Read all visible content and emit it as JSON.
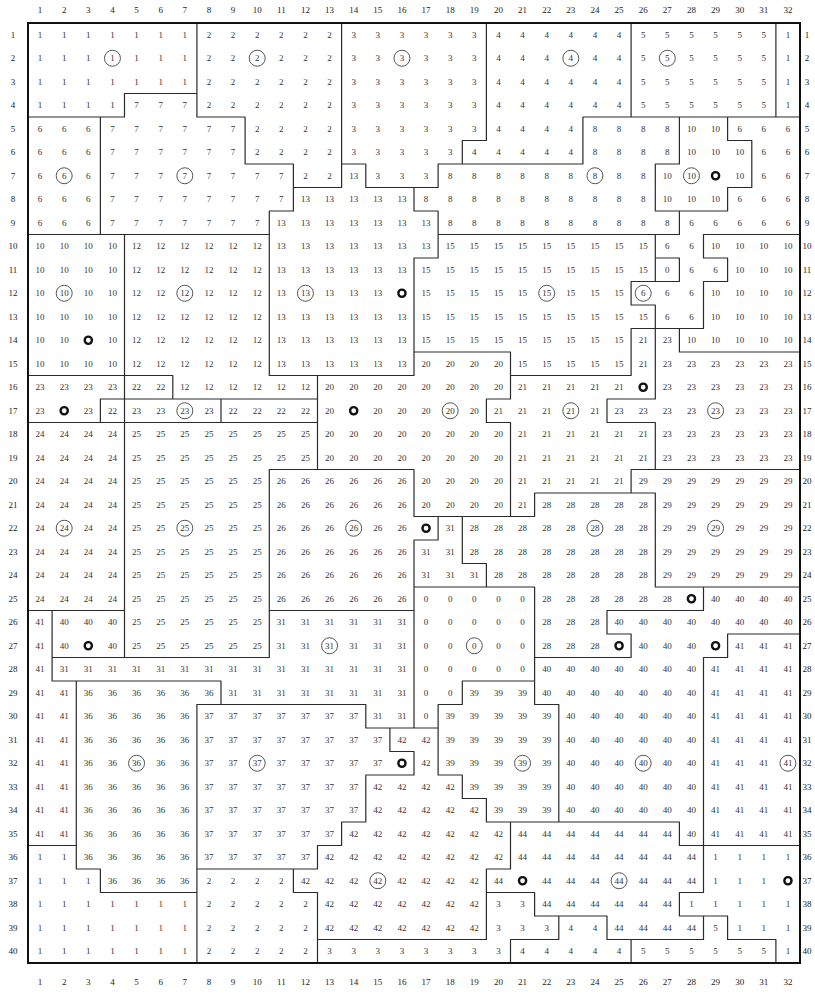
{
  "diagram": {
    "labels": [
      "1",
      "2",
      "3",
      "4",
      "5",
      "6",
      "7",
      "8",
      "9",
      "10",
      "11",
      "12",
      "13",
      "14",
      "15",
      "16",
      "17",
      "18",
      "19",
      "20",
      "21",
      "22",
      "23",
      "24",
      "25",
      "26",
      "27",
      "28",
      "29",
      "30",
      "31",
      "32",
      "1",
      "2",
      "3",
      "4",
      "5",
      "6",
      "7",
      "8",
      "9",
      "10",
      "11",
      "12",
      "13",
      "14",
      "15",
      "16",
      "17",
      "18",
      "19",
      "20",
      "21",
      "22",
      "23",
      "24",
      "25",
      "26",
      "27",
      "28",
      "29",
      "30",
      "31",
      "32",
      "1",
      "1",
      "1",
      "1",
      "1",
      "1",
      "1",
      "1",
      "2",
      "2",
      "2",
      "2",
      "2",
      "2",
      "3",
      "3",
      "3",
      "3",
      "3",
      "3",
      "4",
      "4",
      "4",
      "4",
      "4",
      "4",
      "5",
      "5",
      "5",
      "5",
      "5",
      "5",
      "1",
      "1",
      "2",
      "1",
      "1",
      "1",
      "1",
      "1",
      "1",
      "1",
      "2",
      "2",
      "2",
      "2",
      "2",
      "2",
      "3",
      "3",
      "3",
      "3",
      "3",
      "3",
      "4",
      "4",
      "4",
      "4",
      "4",
      "4",
      "5",
      "5",
      "5",
      "5",
      "5",
      "5",
      "1",
      "2",
      "3",
      "1",
      "1",
      "1",
      "1",
      "1",
      "1",
      "1",
      "2",
      "2",
      "2",
      "2",
      "2",
      "2",
      "3",
      "3",
      "3",
      "3",
      "3",
      "3",
      "4",
      "4",
      "4",
      "4",
      "4",
      "4",
      "5",
      "5",
      "5",
      "5",
      "5",
      "5",
      "1",
      "3",
      "4",
      "1",
      "1",
      "1",
      "1",
      "7",
      "7",
      "7",
      "2",
      "2",
      "2",
      "2",
      "2",
      "2",
      "3",
      "3",
      "3",
      "3",
      "3",
      "3",
      "4",
      "4",
      "4",
      "4",
      "4",
      "4",
      "5",
      "5",
      "5",
      "5",
      "5",
      "5",
      "1",
      "4",
      "5",
      "6",
      "6",
      "6",
      "7",
      "7",
      "7",
      "7",
      "7",
      "7",
      "2",
      "2",
      "2",
      "2",
      "3",
      "3",
      "3",
      "3",
      "3",
      "3",
      "4",
      "4",
      "4",
      "4",
      "8",
      "8",
      "8",
      "8",
      "10",
      "10",
      "6",
      "6",
      "6",
      "5",
      "6",
      "6",
      "6",
      "6",
      "7",
      "7",
      "7",
      "7",
      "7",
      "7",
      "2",
      "2",
      "2",
      "2",
      "3",
      "3",
      "3",
      "3",
      "3",
      "4",
      "4",
      "4",
      "4",
      "4",
      "8",
      "8",
      "8",
      "8",
      "10",
      "10",
      "10",
      "6",
      "6",
      "6",
      "7",
      "6",
      "6",
      "6",
      "7",
      "7",
      "7",
      "7",
      "7",
      "7",
      "7",
      "7",
      "2",
      "2",
      "13",
      "3",
      "3",
      "3",
      "8",
      "8",
      "8",
      "8",
      "8",
      "8",
      "8",
      "8",
      "8",
      "10",
      "10",
      "10",
      "6",
      "6",
      "7",
      "8",
      "6",
      "6",
      "6",
      "7",
      "7",
      "7",
      "7",
      "7",
      "7",
      "7",
      "7",
      "13",
      "13",
      "13",
      "13",
      "13",
      "8",
      "8",
      "8",
      "8",
      "8",
      "8",
      "8",
      "8",
      "8",
      "8",
      "10",
      "10",
      "10",
      "6",
      "6",
      "6",
      "8",
      "9",
      "6",
      "6",
      "6",
      "7",
      "7",
      "7",
      "7",
      "7",
      "7",
      "7",
      "13",
      "13",
      "13",
      "13",
      "13",
      "13",
      "13",
      "8",
      "8",
      "8",
      "8",
      "8",
      "8",
      "8",
      "8",
      "8",
      "8",
      "6",
      "6",
      "6",
      "6",
      "6",
      "9",
      "10",
      "10",
      "10",
      "10",
      "10",
      "12",
      "12",
      "12",
      "12",
      "12",
      "12",
      "13",
      "13",
      "13",
      "13",
      "13",
      "13",
      "13",
      "15",
      "15",
      "15",
      "15",
      "15",
      "15",
      "15",
      "15",
      "15",
      "6",
      "6",
      "10",
      "10",
      "10",
      "10",
      "10",
      "11",
      "10",
      "10",
      "10",
      "10",
      "12",
      "12",
      "12",
      "12",
      "12",
      "12",
      "13",
      "13",
      "13",
      "13",
      "13",
      "13",
      "15",
      "15",
      "15",
      "15",
      "15",
      "15",
      "15",
      "15",
      "15",
      "15",
      "0",
      "6",
      "6",
      "10",
      "10",
      "10",
      "11",
      "12",
      "10",
      "10",
      "10",
      "10",
      "12",
      "12",
      "12",
      "12",
      "12",
      "12",
      "13",
      "13",
      "13",
      "13",
      "13",
      "15",
      "15",
      "15",
      "15",
      "15",
      "15",
      "15",
      "15",
      "15",
      "6",
      "6",
      "6",
      "10",
      "10",
      "10",
      "10",
      "12",
      "13",
      "10",
      "10",
      "10",
      "10",
      "12",
      "12",
      "12",
      "12",
      "12",
      "12",
      "13",
      "13",
      "13",
      "13",
      "13",
      "13",
      "15",
      "15",
      "15",
      "15",
      "15",
      "15",
      "15",
      "15",
      "15",
      "15",
      "6",
      "6",
      "10",
      "10",
      "10",
      "10",
      "13",
      "14",
      "10",
      "10",
      "10",
      "12",
      "12",
      "12",
      "12",
      "12",
      "12",
      "13",
      "13",
      "13",
      "13",
      "13",
      "13",
      "15",
      "15",
      "15",
      "15",
      "15",
      "15",
      "15",
      "15",
      "15",
      "21",
      "23",
      "10",
      "10",
      "10",
      "10",
      "10",
      "14",
      "15",
      "10",
      "10",
      "10",
      "10",
      "12",
      "12",
      "12",
      "12",
      "12",
      "12",
      "13",
      "13",
      "13",
      "13",
      "13",
      "13",
      "20",
      "20",
      "20",
      "20",
      "15",
      "15",
      "15",
      "15",
      "15",
      "21",
      "23",
      "23",
      "23",
      "23",
      "23",
      "23",
      "15",
      "16",
      "23",
      "23",
      "23",
      "23",
      "22",
      "22",
      "12",
      "12",
      "12",
      "12",
      "12",
      "12",
      "20",
      "20",
      "20",
      "20",
      "20",
      "20",
      "20",
      "20",
      "21",
      "21",
      "21",
      "21",
      "21",
      "23",
      "23",
      "23",
      "23",
      "23",
      "23",
      "16",
      "17",
      "23",
      "23",
      "22",
      "23",
      "23",
      "23",
      "23",
      "22",
      "22",
      "22",
      "22",
      "20",
      "20",
      "20",
      "20",
      "20",
      "20",
      "21",
      "21",
      "21",
      "21",
      "21",
      "23",
      "23",
      "23",
      "23",
      "23",
      "23",
      "23",
      "23",
      "17",
      "18",
      "24",
      "24",
      "24",
      "24",
      "25",
      "25",
      "25",
      "25",
      "25",
      "25",
      "25",
      "25",
      "20",
      "20",
      "20",
      "20",
      "20",
      "20",
      "20",
      "20",
      "21",
      "21",
      "21",
      "21",
      "21",
      "21",
      "23",
      "23",
      "23",
      "23",
      "23",
      "23",
      "18",
      "19",
      "24",
      "24",
      "24",
      "24",
      "25",
      "25",
      "25",
      "25",
      "25",
      "25",
      "25",
      "25",
      "20",
      "20",
      "20",
      "20",
      "20",
      "20",
      "20",
      "20",
      "21",
      "21",
      "21",
      "21",
      "21",
      "21",
      "23",
      "23",
      "23",
      "23",
      "23",
      "23",
      "19",
      "20",
      "24",
      "24",
      "24",
      "24",
      "25",
      "25",
      "25",
      "25",
      "25",
      "25",
      "26",
      "26",
      "26",
      "26",
      "26",
      "26",
      "20",
      "20",
      "20",
      "20",
      "21",
      "21",
      "21",
      "21",
      "21",
      "29",
      "29",
      "29",
      "29",
      "29",
      "29",
      "29",
      "20",
      "21",
      "24",
      "24",
      "24",
      "24",
      "25",
      "25",
      "25",
      "25",
      "25",
      "25",
      "26",
      "26",
      "26",
      "26",
      "26",
      "26",
      "20",
      "20",
      "20",
      "20",
      "21",
      "28",
      "28",
      "28",
      "28",
      "28",
      "29",
      "29",
      "29",
      "29",
      "29",
      "29",
      "21",
      "22",
      "24",
      "24",
      "24",
      "24",
      "25",
      "25",
      "25",
      "25",
      "25",
      "25",
      "26",
      "26",
      "26",
      "26",
      "26",
      "26",
      "31",
      "28",
      "28",
      "28",
      "28",
      "28",
      "28",
      "28",
      "28",
      "29",
      "29",
      "29",
      "29",
      "29",
      "29",
      "22",
      "23",
      "24",
      "24",
      "24",
      "24",
      "25",
      "25",
      "25",
      "25",
      "25",
      "25",
      "26",
      "26",
      "26",
      "26",
      "26",
      "26",
      "31",
      "31",
      "28",
      "28",
      "28",
      "28",
      "28",
      "28",
      "28",
      "28",
      "29",
      "29",
      "29",
      "29",
      "29",
      "29",
      "23",
      "24",
      "24",
      "24",
      "24",
      "24",
      "25",
      "25",
      "25",
      "25",
      "25",
      "25",
      "26",
      "26",
      "26",
      "26",
      "26",
      "26",
      "31",
      "31",
      "31",
      "28",
      "28",
      "28",
      "28",
      "28",
      "28",
      "28",
      "29",
      "29",
      "29",
      "29",
      "29",
      "29",
      "24",
      "25",
      "24",
      "24",
      "24",
      "24",
      "25",
      "25",
      "25",
      "25",
      "25",
      "25",
      "26",
      "26",
      "26",
      "26",
      "26",
      "26",
      "0",
      "0",
      "0",
      "0",
      "0",
      "28",
      "28",
      "28",
      "28",
      "28",
      "28",
      "40",
      "40",
      "40",
      "40",
      "25",
      "26",
      "41",
      "40",
      "40",
      "40",
      "25",
      "25",
      "25",
      "25",
      "25",
      "25",
      "31",
      "31",
      "31",
      "31",
      "31",
      "31",
      "0",
      "0",
      "0",
      "0",
      "0",
      "28",
      "28",
      "28",
      "40",
      "40",
      "40",
      "40",
      "40",
      "40",
      "40",
      "40",
      "26",
      "27",
      "41",
      "40",
      "40",
      "25",
      "25",
      "25",
      "25",
      "25",
      "25",
      "31",
      "31",
      "31",
      "31",
      "31",
      "31",
      "0",
      "0",
      "0",
      "0",
      "0",
      "28",
      "28",
      "28",
      "40",
      "40",
      "40",
      "41",
      "41",
      "41",
      "27",
      "28",
      "41",
      "31",
      "31",
      "31",
      "31",
      "31",
      "31",
      "31",
      "31",
      "31",
      "31",
      "31",
      "31",
      "31",
      "31",
      "31",
      "0",
      "0",
      "0",
      "0",
      "0",
      "40",
      "40",
      "40",
      "40",
      "40",
      "40",
      "40",
      "41",
      "41",
      "41",
      "41",
      "28",
      "29",
      "41",
      "41",
      "36",
      "36",
      "36",
      "36",
      "36",
      "36",
      "31",
      "31",
      "31",
      "31",
      "31",
      "31",
      "31",
      "31",
      "0",
      "0",
      "39",
      "39",
      "39",
      "40",
      "40",
      "40",
      "40",
      "40",
      "40",
      "40",
      "41",
      "41",
      "41",
      "41",
      "29",
      "30",
      "41",
      "41",
      "36",
      "36",
      "36",
      "36",
      "36",
      "37",
      "37",
      "37",
      "37",
      "37",
      "37",
      "37",
      "31",
      "31",
      "0",
      "39",
      "39",
      "39",
      "39",
      "39",
      "40",
      "40",
      "40",
      "40",
      "40",
      "40",
      "41",
      "41",
      "41",
      "41",
      "30",
      "31",
      "41",
      "41",
      "36",
      "36",
      "36",
      "36",
      "36",
      "37",
      "37",
      "37",
      "37",
      "37",
      "37",
      "37",
      "37",
      "42",
      "42",
      "39",
      "39",
      "39",
      "39",
      "39",
      "40",
      "40",
      "40",
      "40",
      "40",
      "40",
      "41",
      "41",
      "41",
      "41",
      "31",
      "32",
      "41",
      "41",
      "36",
      "36",
      "36",
      "36",
      "36",
      "37",
      "37",
      "37",
      "37",
      "37",
      "37",
      "37",
      "37",
      "42",
      "39",
      "39",
      "39",
      "39",
      "39",
      "40",
      "40",
      "40",
      "40",
      "40",
      "40",
      "41",
      "41",
      "41",
      "41",
      "32",
      "33",
      "41",
      "41",
      "36",
      "36",
      "36",
      "36",
      "36",
      "37",
      "37",
      "37",
      "37",
      "37",
      "37",
      "37",
      "42",
      "42",
      "42",
      "42",
      "39",
      "39",
      "39",
      "39",
      "40",
      "40",
      "40",
      "40",
      "40",
      "40",
      "41",
      "41",
      "41",
      "41",
      "33",
      "34",
      "41",
      "41",
      "36",
      "36",
      "36",
      "36",
      "36",
      "37",
      "37",
      "37",
      "37",
      "37",
      "37",
      "37",
      "42",
      "42",
      "42",
      "42",
      "42",
      "39",
      "39",
      "39",
      "40",
      "40",
      "40",
      "40",
      "40",
      "40",
      "41",
      "41",
      "41",
      "41",
      "34",
      "35",
      "41",
      "41",
      "36",
      "36",
      "36",
      "36",
      "36",
      "37",
      "37",
      "37",
      "37",
      "37",
      "37",
      "42",
      "42",
      "42",
      "42",
      "42",
      "42",
      "42",
      "44",
      "44",
      "44",
      "44",
      "44",
      "44",
      "44",
      "40",
      "41",
      "41",
      "41",
      "41",
      "35",
      "36",
      "1",
      "1",
      "36",
      "36",
      "36",
      "36",
      "36",
      "37",
      "37",
      "37",
      "37",
      "37",
      "42",
      "42",
      "42",
      "42",
      "42",
      "42",
      "42",
      "42",
      "44",
      "44",
      "44",
      "44",
      "44",
      "44",
      "44",
      "44",
      "1",
      "1",
      "1",
      "1",
      "36",
      "37",
      "1",
      "1",
      "1",
      "36",
      "36",
      "36",
      "36",
      "2",
      "2",
      "2",
      "2",
      "42",
      "42",
      "42",
      "42",
      "42",
      "42",
      "42",
      "42",
      "44",
      "44",
      "44",
      "44",
      "44",
      "44",
      "44",
      "44",
      "1",
      "1",
      "1",
      "37",
      "38",
      "1",
      "1",
      "1",
      "1",
      "1",
      "1",
      "1",
      "2",
      "2",
      "2",
      "2",
      "2",
      "42",
      "42",
      "42",
      "42",
      "42",
      "42",
      "42",
      "3",
      "3",
      "44",
      "44",
      "44",
      "44",
      "44",
      "44",
      "1",
      "1",
      "1",
      "1",
      "1",
      "38",
      "39",
      "1",
      "1",
      "1",
      "1",
      "1",
      "1",
      "1",
      "2",
      "2",
      "2",
      "2",
      "2",
      "42",
      "42",
      "42",
      "42",
      "42",
      "42",
      "42",
      "3",
      "3",
      "3",
      "4",
      "4",
      "44",
      "44",
      "44",
      "44",
      "5",
      "1",
      "1",
      "1",
      "39",
      "40",
      "1",
      "1",
      "1",
      "1",
      "1",
      "1",
      "1",
      "2",
      "2",
      "2",
      "2",
      "2",
      "3",
      "3",
      "3",
      "3",
      "3",
      "3",
      "3",
      "3",
      "4",
      "4",
      "4",
      "4",
      "4",
      "5",
      "5",
      "5",
      "5",
      "5",
      "5",
      "1",
      "40"
    ]
  }
}
